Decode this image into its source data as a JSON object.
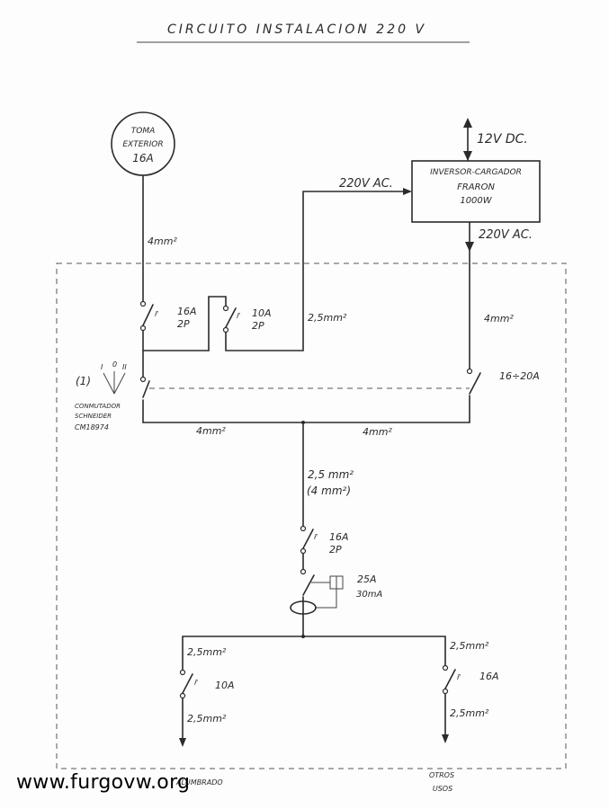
{
  "title": "CIRCUITO INSTALACION 220 V",
  "exterior_socket": {
    "line1": "TOMA",
    "line2": "EXTERIOR",
    "line3": "16A"
  },
  "inverter": {
    "line1": "INVERSOR-CARGADOR",
    "line2": "FRARON",
    "line3": "1000W"
  },
  "labels": {
    "dc_input": "12V DC.",
    "ac_to_inverter": "220V AC.",
    "ac_from_inverter": "220V AC.",
    "wire_exterior": "4mm²",
    "wire_to_inverter": "2,5mm²",
    "wire_inverter_out": "4mm²",
    "wire_bus_left": "4mm²",
    "wire_bus_right": "4mm²",
    "wire_main_1": "2,5 mm²",
    "wire_main_2": "(4 mm²)",
    "wire_left_top": "2,5mm²",
    "wire_left_bottom": "2,5mm²",
    "wire_right_top": "2,5mm²",
    "wire_right_bottom": "2,5mm²"
  },
  "breakers": {
    "b1": {
      "rating": "16A",
      "poles": "2P"
    },
    "b2": {
      "rating": "10A",
      "poles": "2P"
    },
    "inverter_breaker": {
      "rating": "16÷20A"
    },
    "main": {
      "rating": "16A",
      "poles": "2P"
    },
    "rcd": {
      "rating": "25A",
      "sensitivity": "30mA"
    },
    "left": {
      "rating": "10A"
    },
    "right": {
      "rating": "16A"
    }
  },
  "switch": {
    "marker": "(1)",
    "pos_i": "I",
    "pos_0": "0",
    "pos_ii": "II",
    "line1": "CONMUTADOR",
    "line2": "SCHNEIDER",
    "line3": "CM18974"
  },
  "outputs": {
    "left": "ALUMBRADO",
    "right_1": "OTROS",
    "right_2": "USOS"
  },
  "watermark": "www.furgovw.org"
}
